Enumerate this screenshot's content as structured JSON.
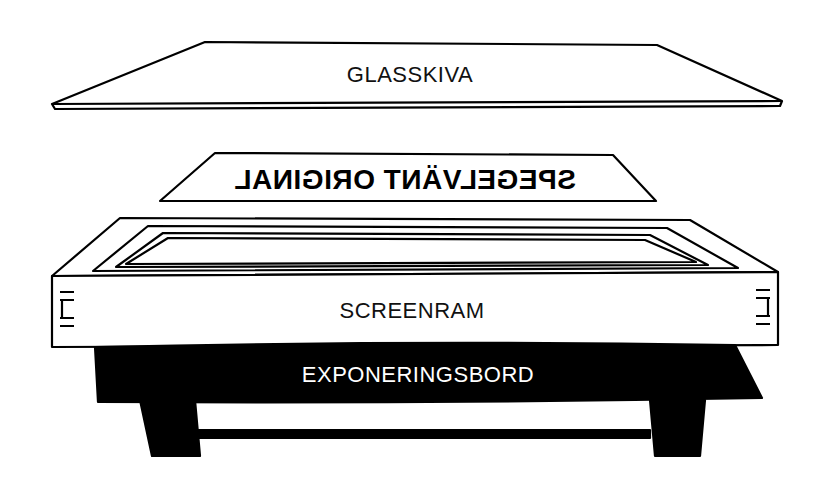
{
  "diagram": {
    "nodes": [
      {
        "text": [
          "GLASSKIVA"
        ]
      },
      {
        "text": [
          "SPEGELVÄNT ORIGINAL"
        ]
      },
      {
        "text": [
          "SCREENRAM"
        ]
      },
      {
        "text": [
          "EXPONERINGSBORD"
        ]
      }
    ]
  }
}
